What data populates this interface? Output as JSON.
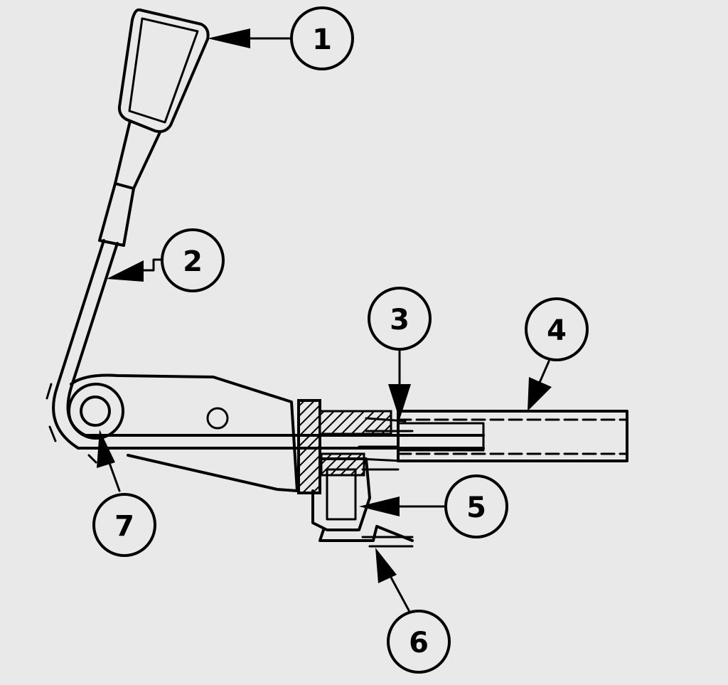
{
  "background": "#e9e9e9",
  "ink": "#000000",
  "callouts": [
    {
      "label": "1"
    },
    {
      "label": "2"
    },
    {
      "label": "3"
    },
    {
      "label": "4"
    },
    {
      "label": "5"
    },
    {
      "label": "6"
    },
    {
      "label": "7"
    }
  ]
}
